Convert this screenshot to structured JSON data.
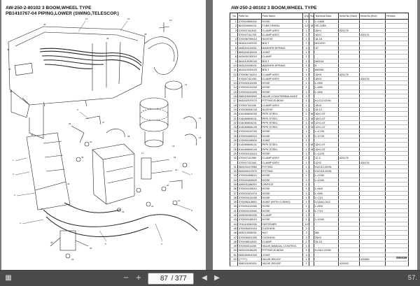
{
  "left_page": {
    "title_line1": "AW-250-2-80102 3 BOOM,WHEEL TYPE",
    "title_line2": "PB1410767-04 PIPING,LOWER (SWING,TELESCOP.)",
    "callouts": [
      "1",
      "2",
      "3",
      "4",
      "5",
      "6",
      "7",
      "8",
      "9",
      "10",
      "11",
      "12",
      "13",
      "14",
      "15",
      "16",
      "17",
      "18",
      "19",
      "20",
      "21",
      "22",
      "23",
      "24",
      "25",
      "26",
      "27",
      "28",
      "29",
      "30",
      "31",
      "32",
      "33",
      "34",
      "35",
      "36",
      "37",
      "38",
      "39",
      "40"
    ]
  },
  "right_page": {
    "title": "AW-250-2-80102 3 BOOM,WHEEL TYPE",
    "columns": [
      "No.",
      "Parts No.",
      "Parts Name",
      "Q'ty",
      "Sub",
      "Technical Data",
      "Serial No.(Start)",
      "Serial No.(End)",
      "Remark"
    ],
    "rows": [
      [
        "1",
        "370004565300",
        "HOSE",
        "1",
        "",
        "L=1850",
        "",
        ""
      ],
      [
        "2",
        "801000089101",
        "TUBE,SPIRAL",
        "10",
        "M",
        "SE-12BK",
        "",
        ""
      ],
      [
        "3",
        "370007111610",
        "CLAMP ASSY",
        "1",
        "",
        "18X1",
        "420175",
        ""
      ],
      [
        "",
        "370007111700",
        "CLAMP ASSY",
        "1",
        "",
        "18X1",
        "",
        "420174"
      ],
      [
        "4",
        "370006759510",
        "SLEEVE",
        "1",
        "",
        "18-15",
        "",
        ""
      ],
      [
        "5",
        "061612100020",
        "BOLT",
        "2",
        "",
        "M10X20",
        "",
        ""
      ],
      [
        "6",
        "063020410001",
        "WASHER,SPRING",
        "2",
        "",
        "10",
        "",
        ""
      ],
      [
        "7",
        "064004016400",
        "JOINT",
        "1",
        "",
        "",
        "",
        ""
      ],
      [
        "8",
        "443400130010",
        "CLAMP",
        "1",
        "",
        "",
        "",
        ""
      ],
      [
        "9",
        "061612035100",
        "BOLT",
        "1",
        "",
        "M8X14",
        "",
        ""
      ],
      [
        "10",
        "063020408001",
        "WASHER,SPRING",
        "1",
        "",
        "8",
        "",
        ""
      ],
      [
        "11",
        "061612030020",
        "BOLT",
        "1",
        "",
        "M8X65",
        "",
        ""
      ],
      [
        "12",
        "370006714410",
        "CLAMP ASSY",
        "1",
        "",
        "18X4",
        "420175",
        ""
      ],
      [
        "",
        "370007111430",
        "CLAMP ASSY",
        "1",
        "",
        "18X4",
        "",
        "420174"
      ],
      [
        "13",
        "370002412450",
        "HOSE",
        "1",
        "",
        "L=650",
        "",
        ""
      ],
      [
        "14",
        "370002412450",
        "HOSE",
        "1",
        "",
        "L=650",
        "",
        ""
      ],
      [
        "15",
        "370002412450",
        "HOSE",
        "1",
        "",
        "L=650",
        "",
        ""
      ],
      [
        "16",
        "056015300890",
        "VALVE,COUNTERBALANCE",
        "1",
        "",
        "",
        "",
        ""
      ],
      [
        "17",
        "063202037670",
        "FITTING,ELBOW",
        "1",
        "",
        "KLC12-020N",
        "",
        ""
      ],
      [
        "18",
        "370007111180",
        "CLAMP ASSY",
        "1",
        "",
        "18X3",
        "",
        ""
      ],
      [
        "19",
        "370006308740",
        "SLEEVE",
        "1",
        "",
        "18-12",
        "",
        ""
      ],
      [
        "20",
        "014080806150",
        "PIPE,STEEL",
        "1",
        "M",
        "18X1.9T",
        "",
        ""
      ],
      [
        "21",
        "014080806241",
        "PIPE,STEEL",
        "1",
        "M",
        "18X1.9T",
        "",
        ""
      ],
      [
        "22",
        "014080803241",
        "PIPE,STEEL",
        "1",
        "M",
        "12X1.4T",
        "",
        ""
      ],
      [
        "23",
        "014080806140",
        "PIPE,STEEL",
        "1",
        "M",
        "12X1.4T",
        "",
        ""
      ],
      [
        "24",
        "370002419750",
        "HOSE",
        "1",
        "",
        "L=1700",
        "",
        ""
      ],
      [
        "25",
        "370002406310",
        "HOSE",
        "1",
        "",
        "L=1720",
        "",
        ""
      ],
      [
        "26",
        "370000108500",
        "JOINT",
        "1",
        "",
        "",
        "",
        ""
      ],
      [
        "27",
        "014080806241",
        "PIPE,STEEL",
        "1",
        "M",
        "18X1.9T",
        "",
        ""
      ],
      [
        "28",
        "014080806140",
        "PIPE,STEEL",
        "1",
        "M",
        "18X1.9T",
        "",
        ""
      ],
      [
        "29",
        "370002413410",
        "HOSE",
        "1",
        "",
        "L=1220",
        "",
        ""
      ],
      [
        "30",
        "370007111060",
        "CLAMP ASSY",
        "1",
        "",
        "12-2",
        "420175",
        ""
      ],
      [
        "",
        "370007111340",
        "CLAMP ASSY",
        "1",
        "",
        "12X2",
        "",
        "420174"
      ],
      [
        "31",
        "063200107860",
        "FITTING",
        "1",
        "",
        "KUO12-020N",
        "",
        ""
      ],
      [
        "32",
        "063200107870",
        "FITTING",
        "1",
        "",
        "KUO18-020N",
        "",
        ""
      ],
      [
        "33",
        "370002408810",
        "HOSE",
        "1",
        "",
        "L=1000",
        "",
        ""
      ],
      [
        "34",
        "370002405500",
        "HOSE",
        "1",
        "",
        "L=1000",
        "",
        ""
      ],
      [
        "35",
        "426401186200",
        "ORIFICE",
        "1",
        "",
        "",
        "",
        ""
      ],
      [
        "36",
        "370002419510",
        "HOSE",
        "1",
        "",
        "L=600",
        "",
        ""
      ],
      [
        "37",
        "370002421470",
        "HOSE",
        "1",
        "",
        "L=650",
        "",
        ""
      ],
      [
        "38",
        "370002413160",
        "HOSE",
        "1",
        "",
        "L=710",
        "",
        ""
      ],
      [
        "39",
        "370006113650",
        "JOINT (WITH O-RING)",
        "1",
        "",
        "LO3A4-O/12",
        "",
        ""
      ],
      [
        "40",
        "370002412460",
        "HOSE",
        "1",
        "",
        "L=600",
        "",
        ""
      ],
      [
        "41",
        "370002419560",
        "HOSE",
        "1",
        "",
        "L=710",
        "",
        ""
      ],
      [
        "42",
        "443400180200",
        "CLAMP",
        "1",
        "",
        "",
        "",
        ""
      ],
      [
        "43",
        "370002418510",
        "HOSE",
        "1",
        "",
        "L=1000",
        "",
        ""
      ],
      [
        "44",
        "701010250200",
        "FASTENER",
        "10",
        "",
        "",
        "",
        ""
      ],
      [
        "45",
        "370006401410",
        "CUSHION",
        "2",
        "",
        "",
        "",
        ""
      ],
      [
        "46",
        "063012008001",
        "NUT",
        "3",
        "",
        "M8",
        "",
        ""
      ],
      [
        "47",
        "370006301350",
        "CUSHION",
        "2",
        "",
        "28X2",
        "",
        ""
      ],
      [
        "48",
        "370006911530",
        "CLAMP",
        "2",
        "",
        "28-23",
        "",
        ""
      ],
      [
        "49",
        "370300311100",
        "VALVE,MANUAL CONTROL",
        "1",
        "",
        "",
        "",
        ""
      ],
      [
        "50",
        "063202038490",
        "FITTING,ELBOW",
        "1",
        "",
        "KLN12-020N",
        "",
        ""
      ],
      [
        "51",
        "063030904390",
        "JOINT",
        "2",
        "",
        "",
        "",
        ""
      ],
      [
        "52",
        "(******)",
        "VALVE,RELIEF",
        "1",
        "",
        "",
        "",
        "420389"
      ],
      [
        "",
        "056015190301",
        "VALVE,RELIEF",
        "1",
        "",
        "",
        "420393",
        ""
      ]
    ],
    "footer_code": "000038"
  },
  "toolbar": {
    "current_page": "87",
    "page_separator": "/",
    "total_pages": "377",
    "zoom_level": "57."
  }
}
